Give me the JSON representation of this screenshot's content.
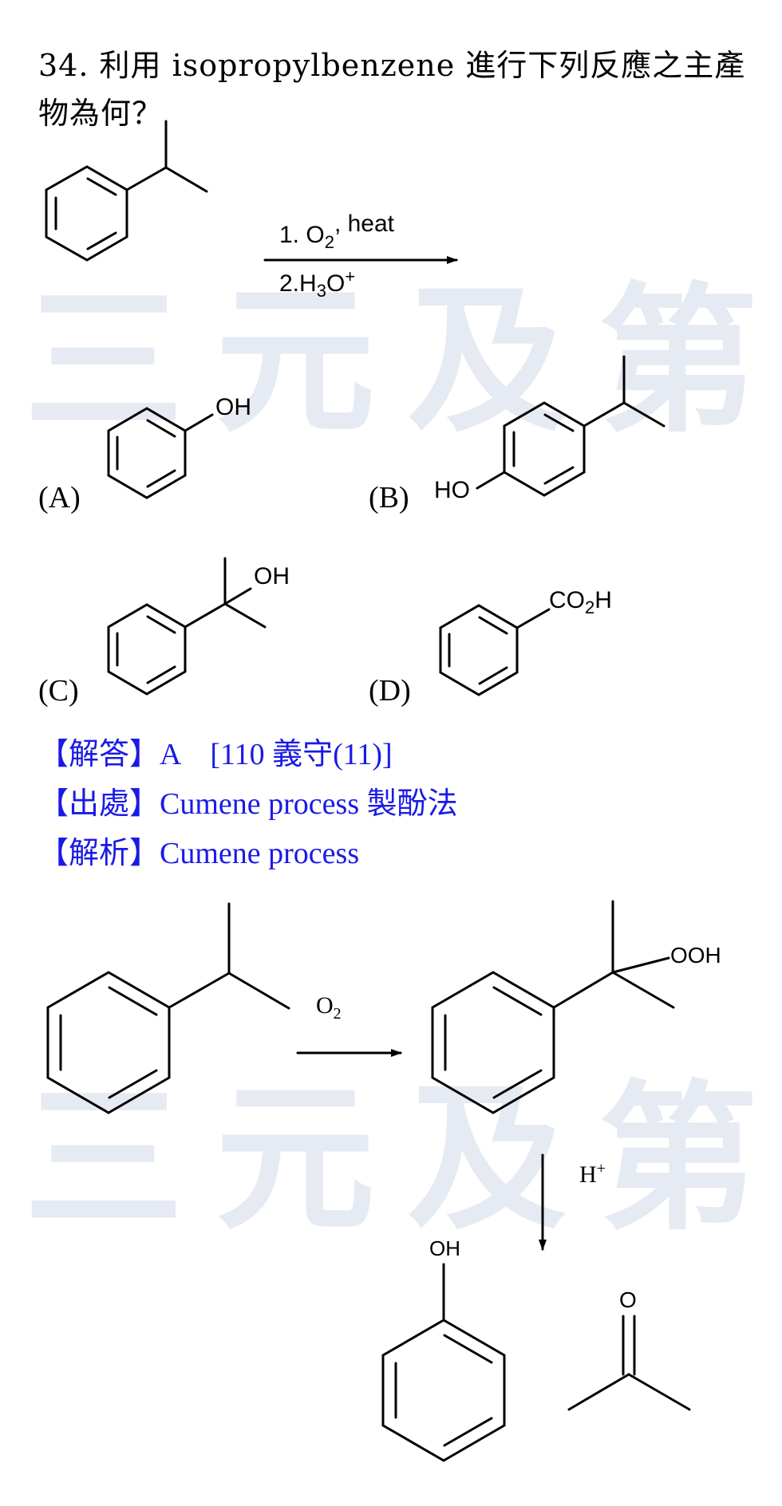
{
  "question": {
    "line1": "34. 利用 isopropylbenzene 進行下列反應之主產",
    "line2": "物為何？"
  },
  "watermark": "三元及第",
  "reaction": {
    "step1": "1. O",
    "step1_sub": "2",
    "step1_tail": ", heat",
    "step2": "2.H",
    "step2_sub": "3",
    "step2_o": "O",
    "step2_sup": "+"
  },
  "options": [
    {
      "label": "(A)",
      "group": "OH"
    },
    {
      "label": "(B)",
      "group": "HO"
    },
    {
      "label": "(C)",
      "group": "OH"
    },
    {
      "label": "(D)",
      "group": "CO",
      "sub": "2",
      "tail": "H"
    }
  ],
  "answer": {
    "row1_tag": "【解答】",
    "row1_text": "A　[110 義守(11)]",
    "row2_tag": "【出處】",
    "row2_text": "Cumene process  製酚法",
    "row3_tag": "【解析】",
    "row3_text": "Cumene process"
  },
  "mechanism": {
    "o2": "O",
    "o2_sub": "2",
    "ooh": "OOH",
    "hplus": "H",
    "hplus_sup": "+",
    "oh": "OH",
    "ketone_o": "O"
  }
}
